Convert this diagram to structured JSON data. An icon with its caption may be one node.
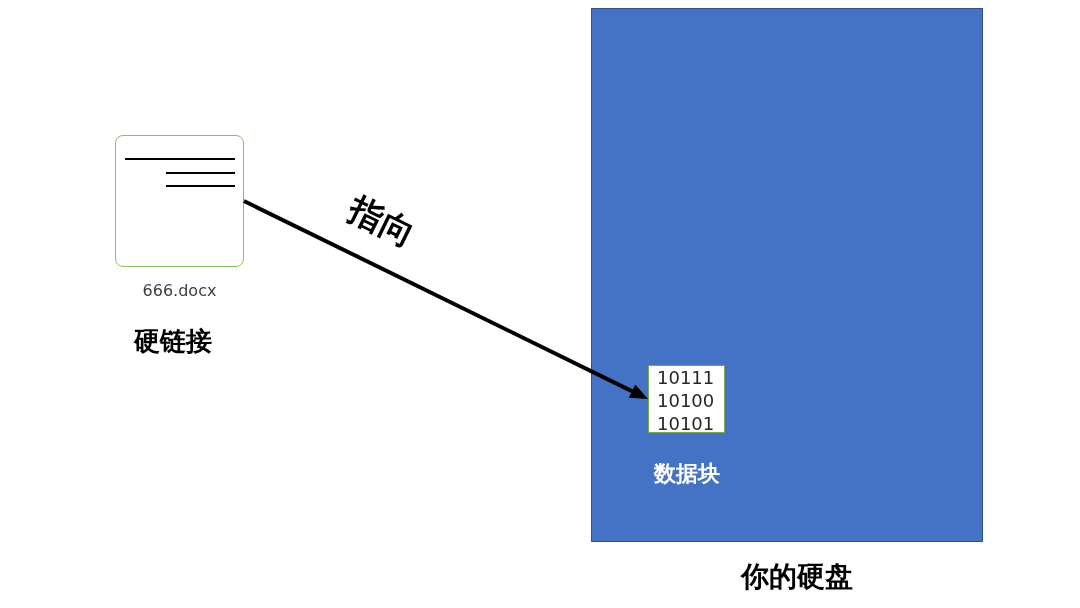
{
  "diagram": {
    "nodes": [
      {
        "text": [
          "666.docx"
        ],
        "beside": [
          "硬链接"
        ]
      },
      {
        "text": [
          "你的硬盘"
        ]
      },
      {
        "text": [
          "10111 10100 10101"
        ],
        "in": 1,
        "beside": [
          "数据块"
        ]
      }
    ],
    "edges": [
      {
        "from": 0,
        "to": 2,
        "arrow": "to",
        "label": "指向"
      }
    ]
  }
}
